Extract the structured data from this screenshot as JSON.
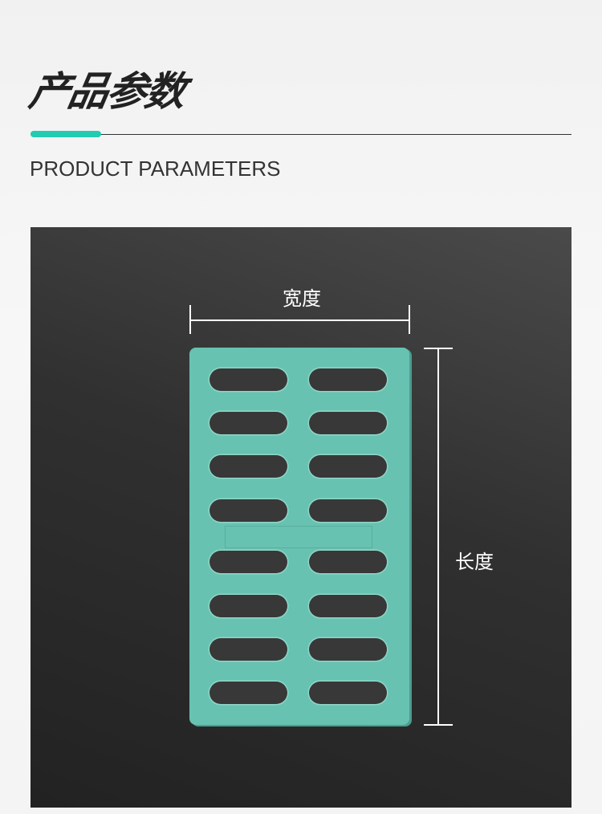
{
  "header": {
    "title": "产品参数",
    "subtitle": "PRODUCT PARAMETERS"
  },
  "diagram": {
    "width_label": "宽度",
    "length_label": "长度",
    "slot_rows": 8,
    "slot_columns": 2,
    "grate_color": "#67c2b1",
    "accent_color": "#22ccb0"
  }
}
